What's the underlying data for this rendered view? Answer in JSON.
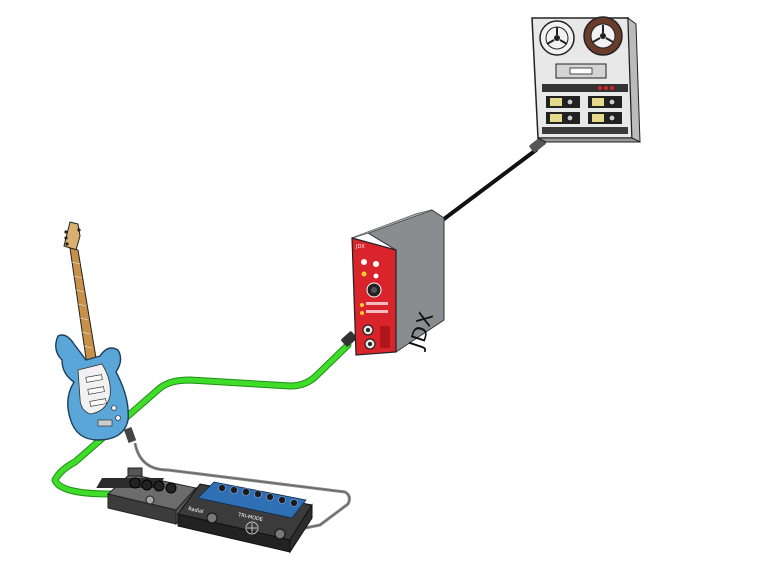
{
  "diagram": {
    "module_label": "JDX",
    "pedal_brand": "Radial",
    "pedal_model": "TRI-MODE"
  },
  "colors": {
    "green_cable": "#3fdc2a",
    "black_cable": "#1a1a1a",
    "gray_cable": "#8a8a8a",
    "guitar_body": "#5aa6d8",
    "module_red": "#d8242a",
    "module_gray": "#8a8d90"
  },
  "icons": {
    "guitar": "electric-guitar-icon",
    "pedal_1": "overdrive-pedal-icon",
    "pedal_2": "tri-mode-pedal-icon",
    "module": "jdx-module-icon",
    "recorder": "reel-to-reel-recorder-icon"
  }
}
